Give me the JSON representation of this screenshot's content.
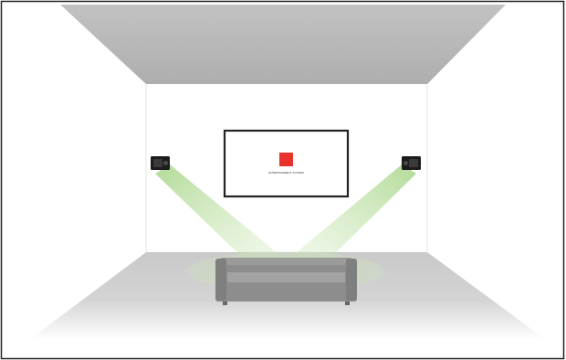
{
  "scene": {
    "screen": {
      "caption": "ENTERTAINMENT SYSTEM",
      "logo_icon": "red-square-logo-icon"
    },
    "speakers": [
      {
        "side": "left",
        "icon": "speaker-icon"
      },
      {
        "side": "right",
        "icon": "speaker-icon"
      }
    ],
    "seating": {
      "icon": "sofa-icon"
    },
    "colors": {
      "ceiling": "#b9b9b9",
      "floor": "#c4c4c4",
      "back_wall": "#ffffff",
      "side_wall": "#ffffff",
      "sound_beam": "#9ccc7a",
      "logo": "#e8322b",
      "sofa": "#8d8d8d",
      "speaker": "#1c1c1c",
      "frame": "#222222"
    }
  }
}
